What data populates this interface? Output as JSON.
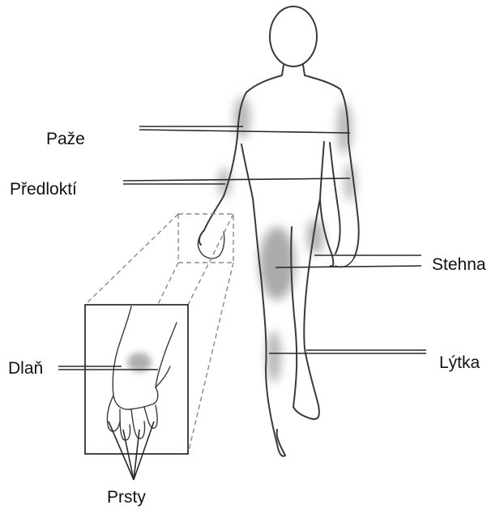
{
  "labels": {
    "arm": "Paže",
    "forearm": "Předloktí",
    "thigh": "Stehna",
    "palm": "Dlaň",
    "calf": "Lýtka",
    "fingers": "Prsty"
  },
  "colors": {
    "outline": "#3a3a3a",
    "shading": "#9c9c9c",
    "leader": "#2a2a2a",
    "zoom_dash": "#8a8a8a",
    "text": "#111111"
  }
}
